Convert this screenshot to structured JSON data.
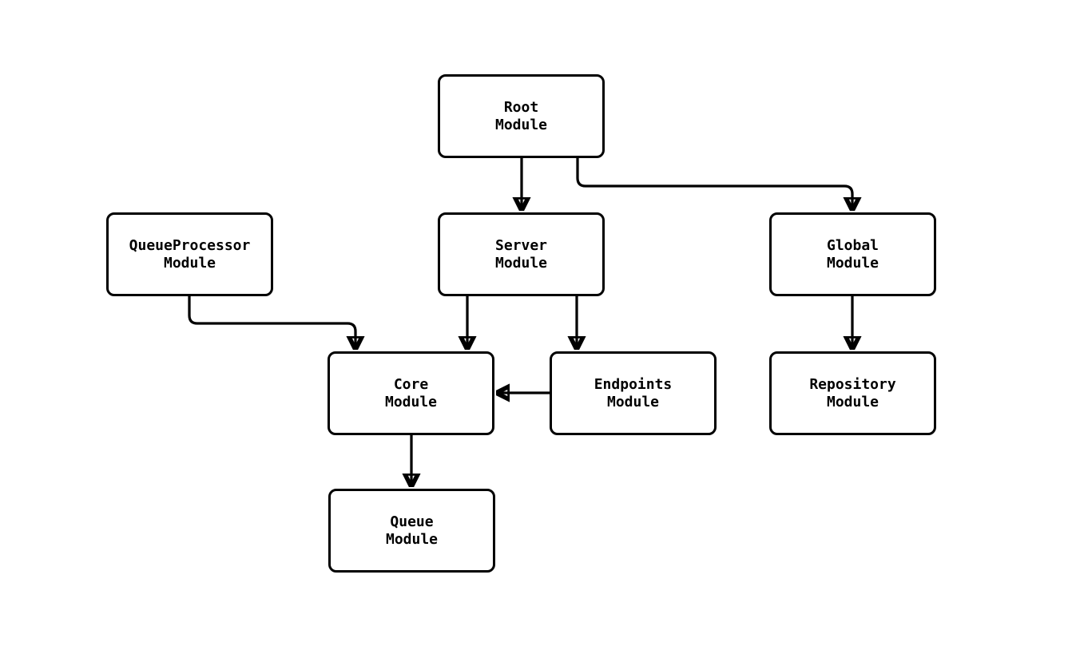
{
  "diagram": {
    "type": "flowchart",
    "background_color": "#ffffff",
    "stroke_color": "#000000",
    "node_fill_color": "#ffffff",
    "nodes": [
      {
        "id": "root",
        "line1": "Root",
        "line2": "Module"
      },
      {
        "id": "queueprocessor",
        "line1": "QueueProcessor",
        "line2": "Module"
      },
      {
        "id": "server",
        "line1": "Server",
        "line2": "Module"
      },
      {
        "id": "global",
        "line1": "Global",
        "line2": "Module"
      },
      {
        "id": "core",
        "line1": "Core",
        "line2": "Module"
      },
      {
        "id": "endpoints",
        "line1": "Endpoints",
        "line2": "Module"
      },
      {
        "id": "repository",
        "line1": "Repository",
        "line2": "Module"
      },
      {
        "id": "queue",
        "line1": "Queue",
        "line2": "Module"
      }
    ],
    "edges": [
      {
        "from": "root",
        "to": "server"
      },
      {
        "from": "root",
        "to": "global"
      },
      {
        "from": "queueprocessor",
        "to": "core"
      },
      {
        "from": "server",
        "to": "core"
      },
      {
        "from": "server",
        "to": "endpoints"
      },
      {
        "from": "endpoints",
        "to": "core"
      },
      {
        "from": "global",
        "to": "repository"
      },
      {
        "from": "core",
        "to": "queue"
      }
    ]
  }
}
